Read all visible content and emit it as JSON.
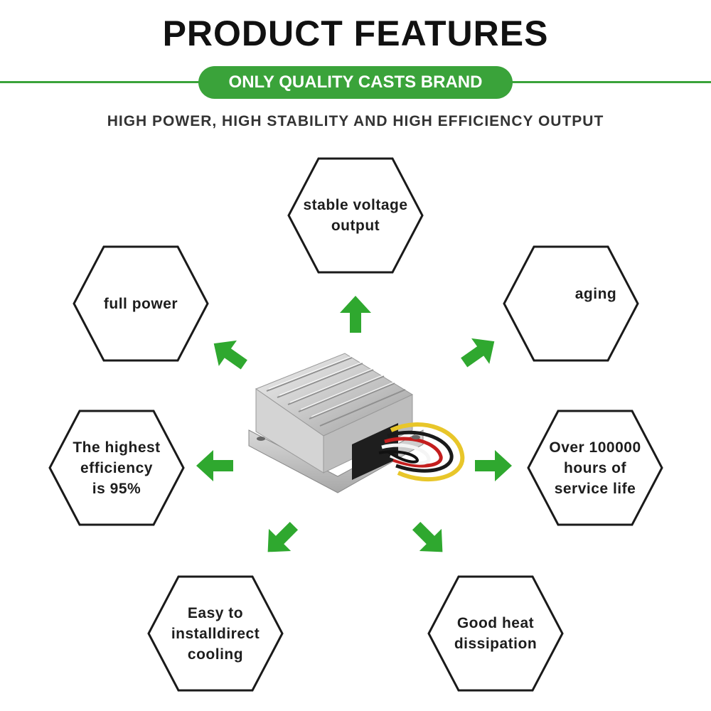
{
  "header": {
    "title": "PRODUCT FEATURES",
    "brand_pill": "ONLY QUALITY CASTS BRAND",
    "subtitle": "HIGH POWER, HIGH STABILITY AND HIGH EFFICIENCY OUTPUT"
  },
  "colors": {
    "accent": "#3aa33a",
    "arrow": "#2fa82f",
    "hex_stroke": "#1a1a1a"
  },
  "features": {
    "top": "stable voltage\noutput",
    "upper_left": "full power",
    "upper_right": "aging",
    "mid_left": "The highest\nefficiency\nis 95%",
    "mid_right": "Over 100000\nhours of\nservice life",
    "bottom_left": "Easy to\ninstalldirect\ncooling",
    "bottom_right": "Good heat\ndissipation"
  },
  "icons": [
    "arrow-up-icon",
    "arrow-up-left-icon",
    "arrow-up-right-icon",
    "arrow-left-icon",
    "arrow-right-icon",
    "arrow-down-left-icon",
    "arrow-down-right-icon"
  ],
  "product_image": "dc-dc-converter-module"
}
